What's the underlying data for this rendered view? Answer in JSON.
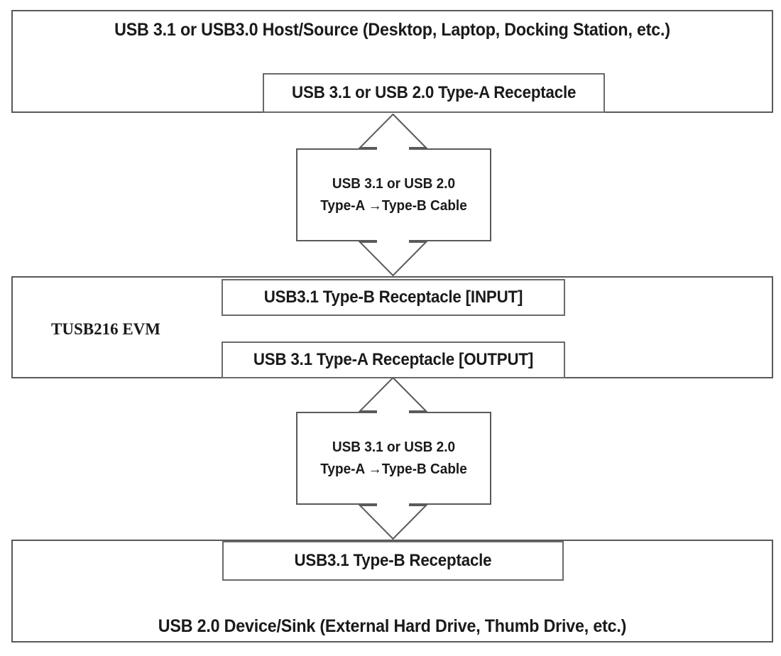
{
  "diagram": {
    "title": "USB 3.1 / USB 2.0 connection block diagram for TUSB216 EVM",
    "type": "block-diagram",
    "colors": {
      "background": "#ffffff",
      "outline": "#595959",
      "inner_outline": "#6a6a6a",
      "text": "#1a1a1a"
    },
    "host": {
      "label": "USB 3.1 or USB3.0 Host/Source (Desktop, Laptop, Docking Station, etc.)",
      "receptacle": "USB 3.1 or USB 2.0 Type-A Receptacle"
    },
    "cable_top": {
      "line1": "USB 3.1 or USB 2.0",
      "line2": "Type-A →Type-B Cable",
      "direction": "bidirectional"
    },
    "evm": {
      "label": "TUSB216 EVM",
      "input_receptacle": "USB3.1 Type-B Receptacle [INPUT]",
      "output_receptacle": "USB 3.1 Type-A Receptacle [OUTPUT]"
    },
    "cable_bottom": {
      "line1": "USB 3.1 or USB 2.0",
      "line2": "Type-A →Type-B Cable",
      "direction": "bidirectional"
    },
    "device": {
      "receptacle": "USB3.1 Type-B Receptacle",
      "label": "USB 2.0 Device/Sink (External Hard Drive, Thumb Drive, etc.)"
    }
  }
}
